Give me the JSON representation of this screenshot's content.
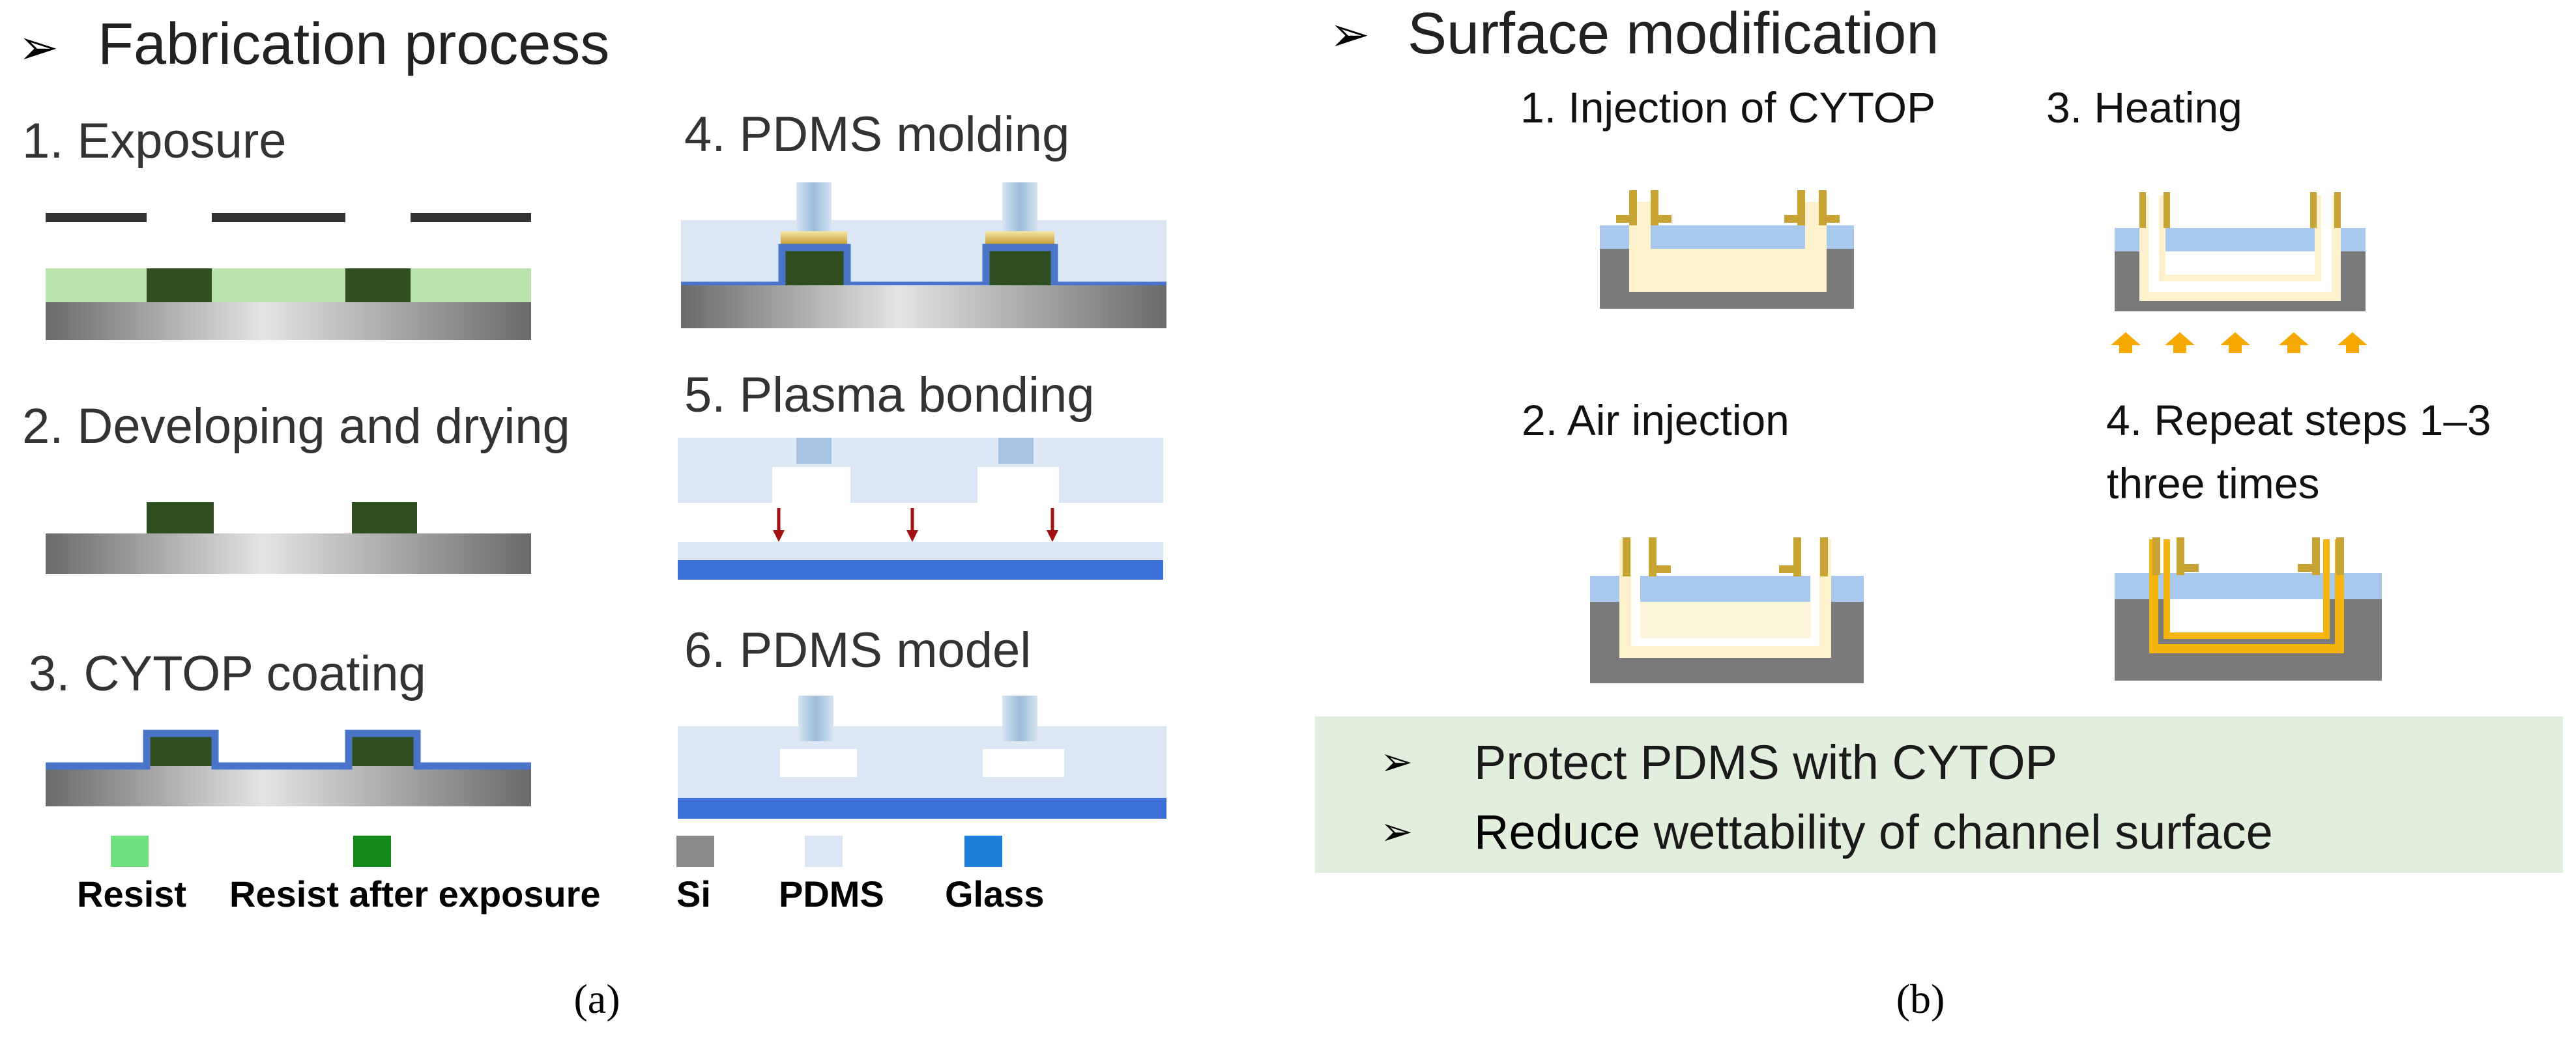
{
  "colors": {
    "resist": "#b9e3aa",
    "resist_after": "#2f4f21",
    "si": "#8a8a8a",
    "pdms": "#dbe7f4",
    "glass": "#3d6fd8",
    "cytop": "#4a74c8",
    "metal": "#c7a434",
    "cytop_liquid": "#fdf2cc",
    "arrow_heat": "#f5a800",
    "arrow_press": "#a31212",
    "panel_bg": "#e3efdd"
  },
  "panel_a": {
    "title": "Fabrication process",
    "steps": [
      "1. Exposure",
      "2. Developing and drying",
      "3. CYTOP coating",
      "4. PDMS molding",
      "5. Plasma bonding",
      "6. PDMS model"
    ],
    "legend": [
      "Resist",
      "Resist after exposure",
      "Si",
      "PDMS",
      "Glass"
    ],
    "label": "(a)"
  },
  "panel_b": {
    "title": "Surface modification",
    "steps": {
      "s1": "1. Injection of CYTOP",
      "s2": "2. Air injection",
      "s3": "3. Heating",
      "s4_line1": "4. Repeat steps 1–3",
      "s4_line2": "three times"
    },
    "bullets": {
      "b1": "Protect PDMS with CYTOP",
      "b2_bold": "Reduce",
      "b2_rest": " wettability of channel surface"
    },
    "label": "(b)"
  },
  "bullet_glyph": "➢"
}
